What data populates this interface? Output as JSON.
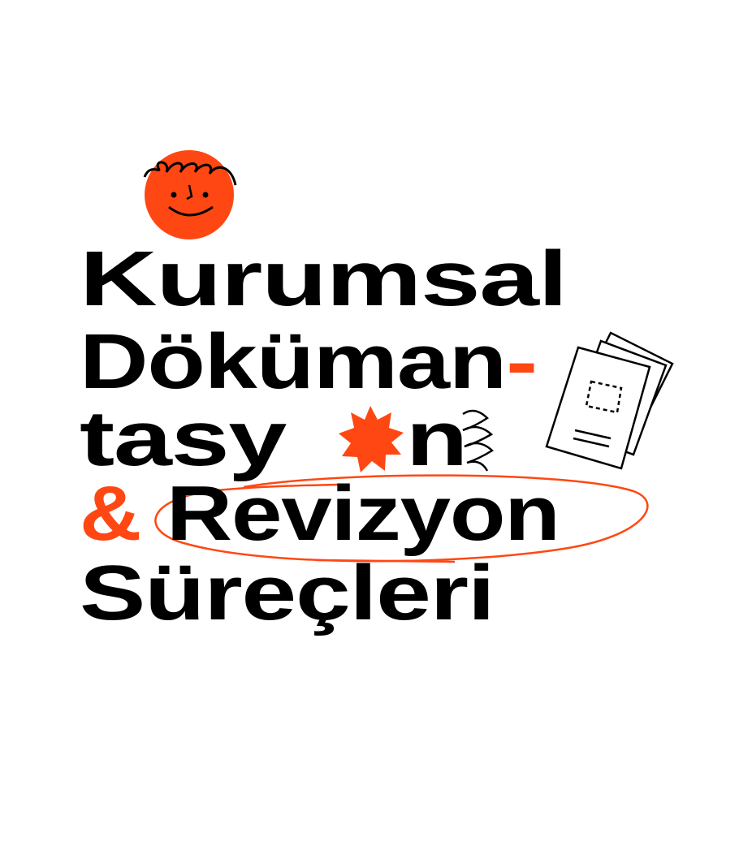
{
  "title": {
    "line1": "Kurumsal",
    "line2": "Döküman",
    "line2_hyphen": "-",
    "line3_start": "tasy",
    "line3_end": "n",
    "line4_amp": "&",
    "line4_word": "Revizyon",
    "line5": "Süreçleri"
  },
  "colors": {
    "accent": "#FF4713",
    "text": "#000000",
    "background": "#FFFFFF"
  },
  "icons": [
    "smiley-sun-icon",
    "starburst-icon",
    "document-stack-icon",
    "squiggle-icon"
  ]
}
